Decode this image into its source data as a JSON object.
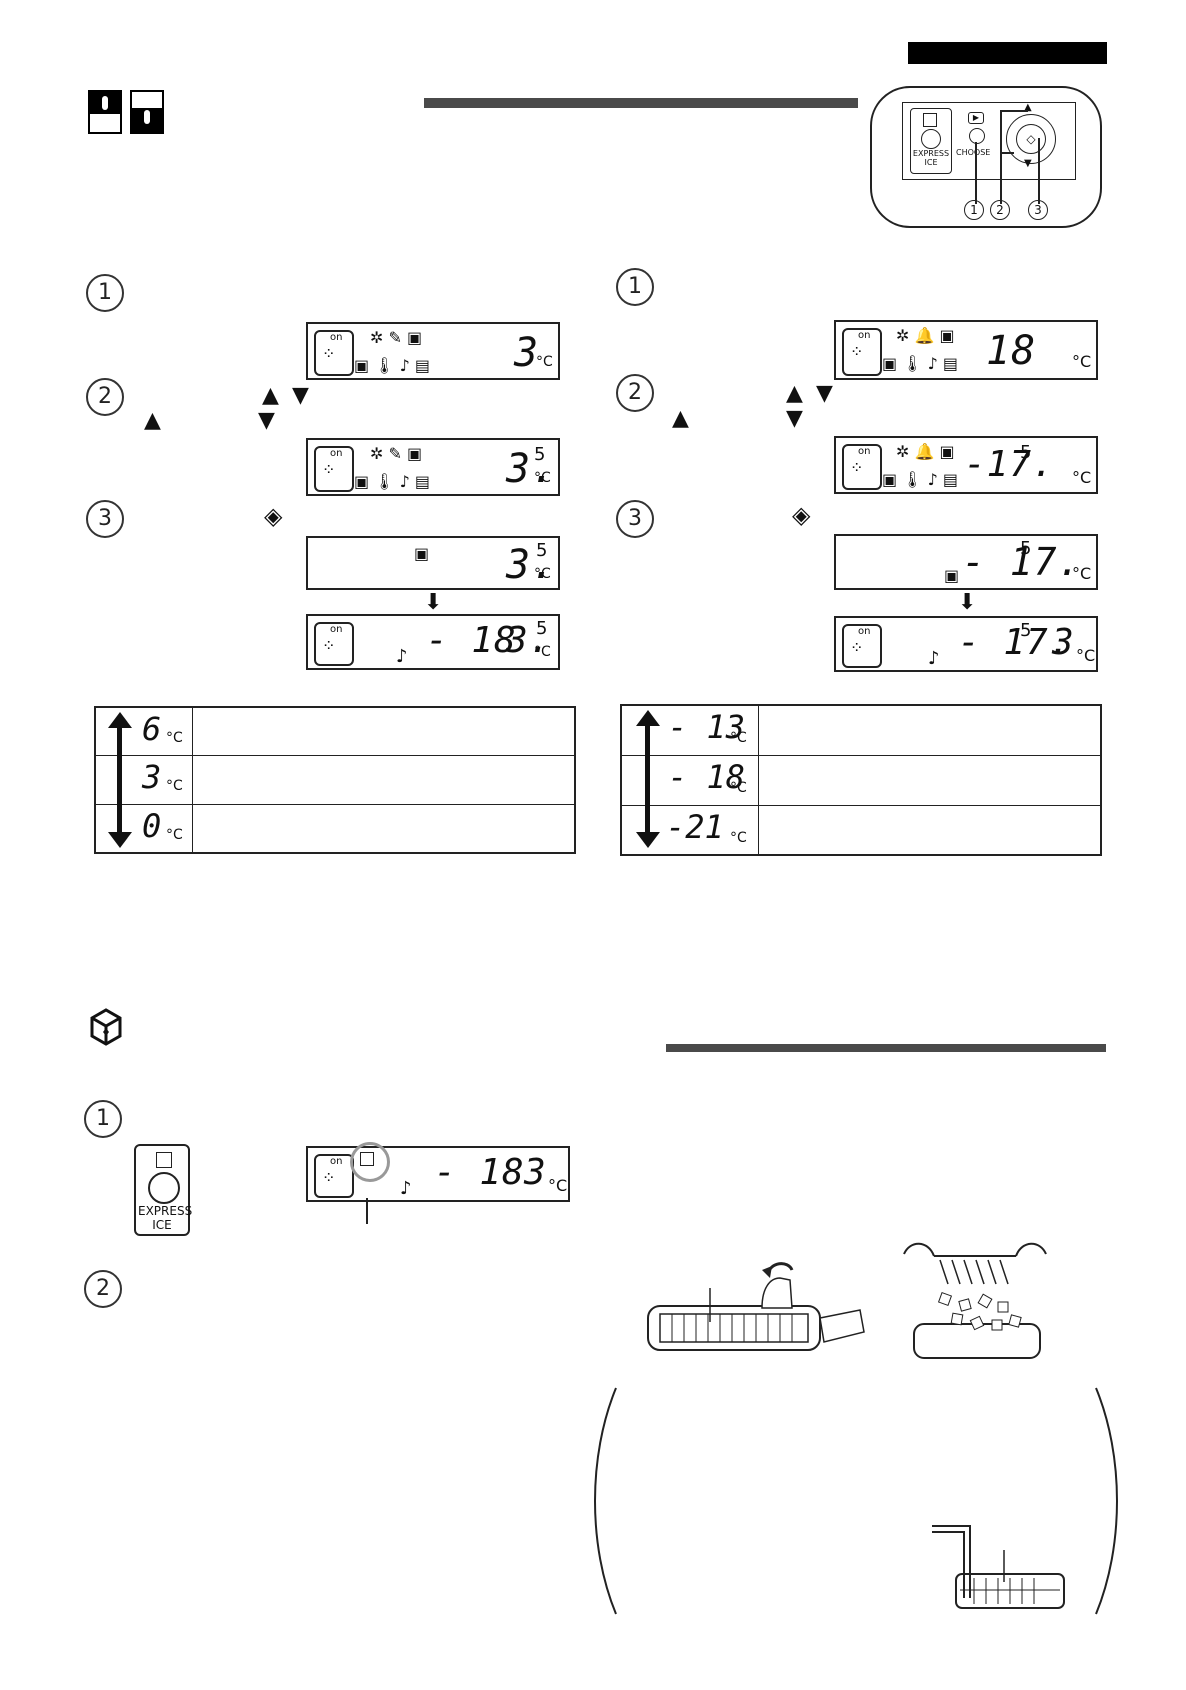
{
  "panel": {
    "express_ice_label": "EXPRESS ICE",
    "choose_label": "CHOOSE",
    "callouts": [
      "1",
      "2",
      "3"
    ]
  },
  "fridge": {
    "steps": [
      "1",
      "2",
      "3"
    ],
    "unit": "°C",
    "lcd1": {
      "on": "on",
      "value": "3"
    },
    "lcd2": {
      "on": "on",
      "value": "3.",
      "sup": "5"
    },
    "lcd3": {
      "value": "3.",
      "sup": "5"
    },
    "lcd4": {
      "on": "on",
      "freezer": "- 18",
      "fridge": "3.",
      "sup": "5"
    },
    "range": [
      "6",
      "3",
      "0"
    ]
  },
  "freezer": {
    "steps": [
      "1",
      "2",
      "3"
    ],
    "unit": "°C",
    "lcd1": {
      "on": "on",
      "value": "18"
    },
    "lcd2": {
      "on": "on",
      "value": "-17.",
      "sup": "5"
    },
    "lcd3": {
      "value": "- 17.",
      "sup": "5"
    },
    "lcd4": {
      "on": "on",
      "freezer": "- 17.",
      "sup": "5",
      "fridge": "3"
    },
    "range": [
      "- 13",
      "- 18",
      "-21"
    ]
  },
  "express": {
    "steps": [
      "1",
      "2"
    ],
    "button_label": "EXPRESS ICE",
    "lcd": {
      "on": "on",
      "freezer": "- 18",
      "fridge": "3",
      "unit": "°C"
    }
  }
}
